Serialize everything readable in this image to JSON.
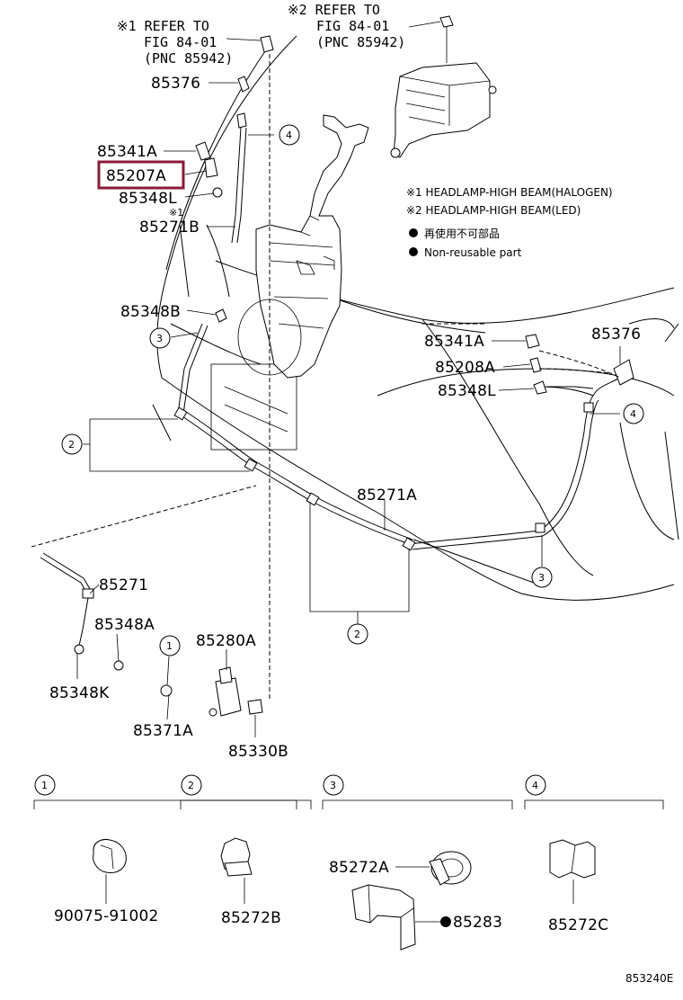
{
  "refer_notes": [
    {
      "mark": "※1",
      "line1": "REFER TO",
      "line2": "FIG 84-01",
      "line3": "(PNC 85942)"
    },
    {
      "mark": "※2",
      "line1": "REFER TO",
      "line2": "FIG 84-01",
      "line3": "(PNC 85942)"
    }
  ],
  "legend": {
    "note1": "※1 HEADLAMP-HIGH BEAM(HALOGEN)",
    "note2": "※2 HEADLAMP-HIGH BEAM(LED)",
    "bullet_jp": "再使用不可部品",
    "bullet_en": "Non-reusable part"
  },
  "marks": {
    "star1_small": "※1"
  },
  "parts": {
    "p85376_left": "85376",
    "p85341A_left": "85341A",
    "p85207A": "85207A",
    "p85348L_left": "85348L",
    "p85271B": "85271B",
    "p85348B": "85348B",
    "p85341A_right": "85341A",
    "p85376_right": "85376",
    "p85208A": "85208A",
    "p85348L_right": "85348L",
    "p85271A": "85271A",
    "p85271": "85271",
    "p85348A": "85348A",
    "p85280A": "85280A",
    "p85348K": "85348K",
    "p85371A": "85371A",
    "p85330B": "85330B",
    "p90075": "90075-91002",
    "p85272B": "85272B",
    "p85272A": "85272A",
    "p85283": "85283",
    "p85272C": "85272C"
  },
  "callouts": {
    "c1": "1",
    "c2": "2",
    "c3": "3",
    "c4": "4"
  },
  "highlight_color": "#8b1a3a",
  "figure_code": "853240E"
}
